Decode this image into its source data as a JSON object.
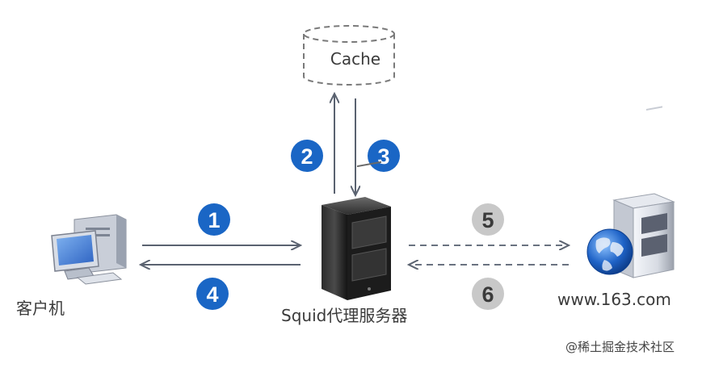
{
  "nodes": {
    "cache": {
      "label": "Cache"
    },
    "client": {
      "label": "客户机"
    },
    "proxy": {
      "label": "Squid代理服务器"
    },
    "origin": {
      "label": "www.163.com"
    }
  },
  "steps": [
    {
      "number": "1",
      "color": "#1a66c5"
    },
    {
      "number": "2",
      "color": "#1a66c5"
    },
    {
      "number": "3",
      "color": "#1a66c5"
    },
    {
      "number": "4",
      "color": "#1a66c5"
    },
    {
      "number": "5",
      "color": "#c8c8c8"
    },
    {
      "number": "6",
      "color": "#c8c8c8"
    }
  ],
  "colors": {
    "arrow": "#5a6270",
    "dashed_arrow": "#6a7280",
    "cache_outline": "#7a7a7a"
  },
  "watermark": "@稀土掘金技术社区"
}
